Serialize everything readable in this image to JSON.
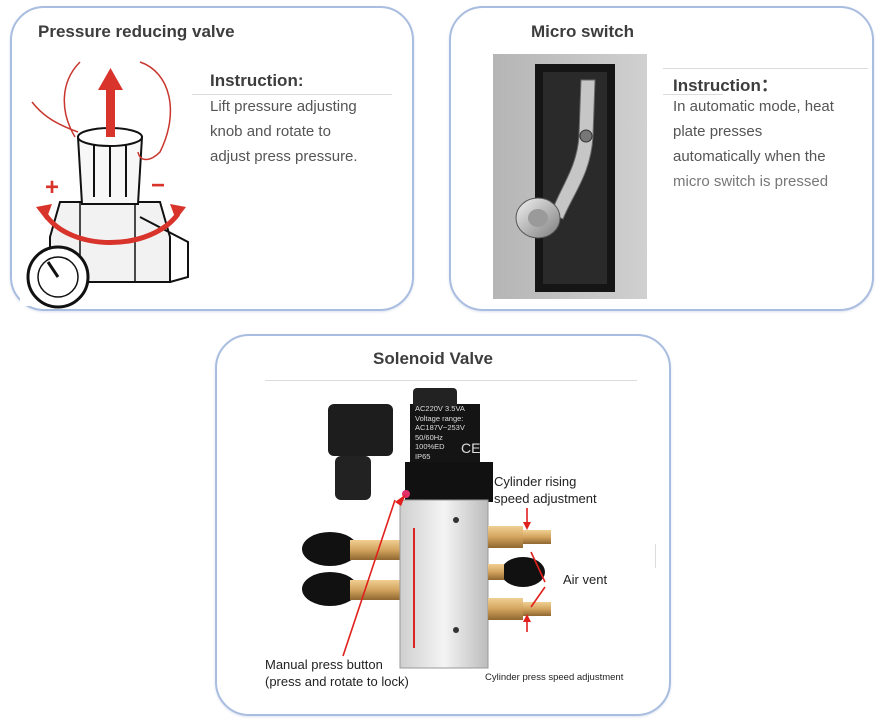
{
  "panels": {
    "pressure_valve": {
      "title": "Pressure reducing valve",
      "instruction_title": "Instruction:",
      "instruction_lines": [
        "Lift pressure adjusting",
        "knob and rotate to",
        "adjust press pressure."
      ],
      "plus_sign": "+",
      "minus_sign": "−"
    },
    "micro_switch": {
      "title": "Micro switch",
      "instruction_title": "Instruction：",
      "instruction_lines": [
        "In automatic mode, heat",
        "plate presses",
        "automatically when the",
        "micro switch is pressed"
      ]
    },
    "solenoid_valve": {
      "title": "Solenoid Valve",
      "coil_label_lines": [
        "AC220V 3.5VA",
        "Voltage range:",
        "AC187V~253V",
        "50/60Hz",
        "100%ED",
        "IP65"
      ],
      "ce_mark": "CE",
      "callouts": {
        "rising_speed": [
          "Cylinder rising",
          "speed adjustment"
        ],
        "air_vent": "Air vent",
        "manual_button": [
          "Manual press button",
          "(press and rotate to lock)"
        ],
        "press_speed": "Cylinder press speed adjustment"
      },
      "colors": {
        "callout_arrow": "#e0201c",
        "brass": "#d3a45f",
        "body": "#e8e8e8"
      }
    }
  }
}
